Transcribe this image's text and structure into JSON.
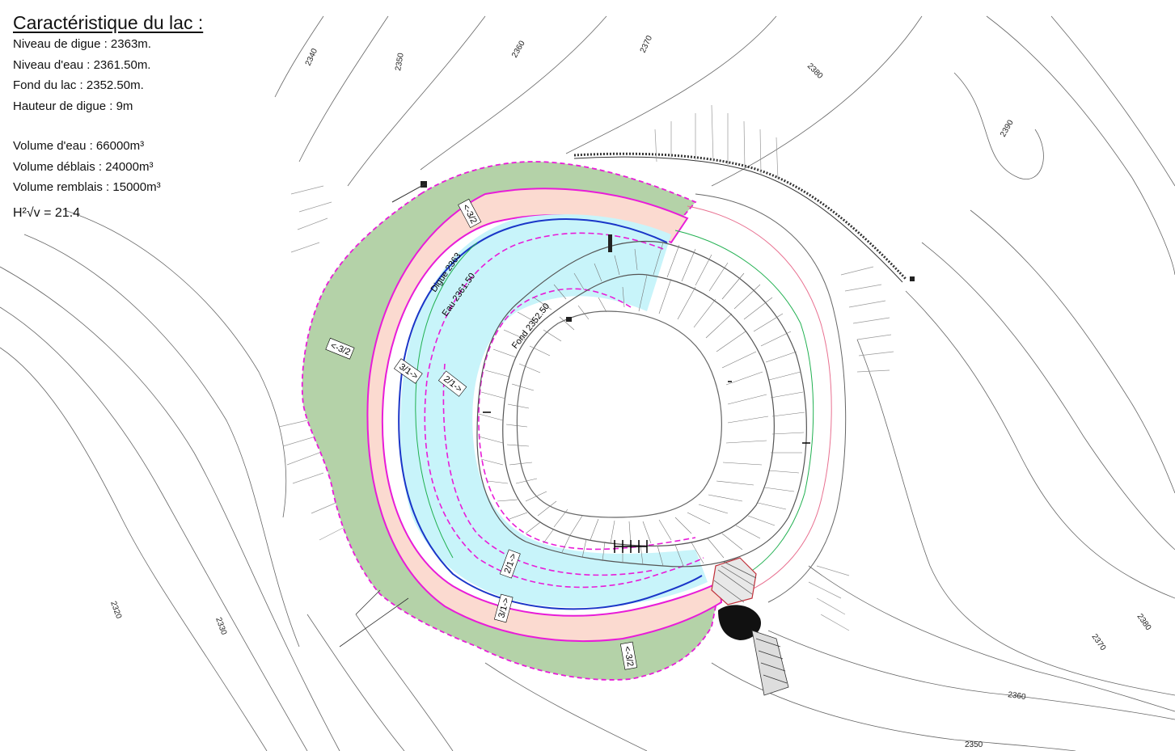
{
  "legend": {
    "title": "Caractéristique du lac :",
    "niveau_digue": "Niveau de digue : 2363m.",
    "niveau_eau": "Niveau d'eau : 2361.50m.",
    "fond_lac": "Fond du lac : 2352.50m.",
    "hauteur_digue": "Hauteur de digue : 9m",
    "volume_eau": "Volume d'eau : 66000m³",
    "volume_deblais": "Volume déblais : 24000m³",
    "volume_remblais": "Volume remblais : 15000m³",
    "ratio": "H²√v = 21.4"
  },
  "contours": {
    "c2340": "2340",
    "c2350_top": "2350",
    "c2360_top": "2360",
    "c2370_top": "2370",
    "c2380_top": "2380",
    "c2390": "2390",
    "c2320": "2320",
    "c2330": "2330",
    "c2380_right": "2380",
    "c2370_right": "2370",
    "c2360_bottom": "2360",
    "c2350_bottom": "2350"
  },
  "annotations": {
    "slope_top": "<-3/2",
    "slope_left": "<-3/2",
    "slope_bottom": "<-3/2",
    "slope_31_left": "3/1->",
    "slope_21_left": "2/1->",
    "slope_21_bottom": "2/1->",
    "slope_31_bottom": "3/1->",
    "digue": "Digue 2363",
    "eau": "Eau 2361.50",
    "fond": "Fond 2352.50"
  },
  "colors": {
    "embankment_green": "#b4d2a8",
    "water": "#c8f4fa",
    "dike_pink": "#fbdad0",
    "magenta": "#e81cd8",
    "water_line": "#1a36c8",
    "contour": "#555555"
  }
}
